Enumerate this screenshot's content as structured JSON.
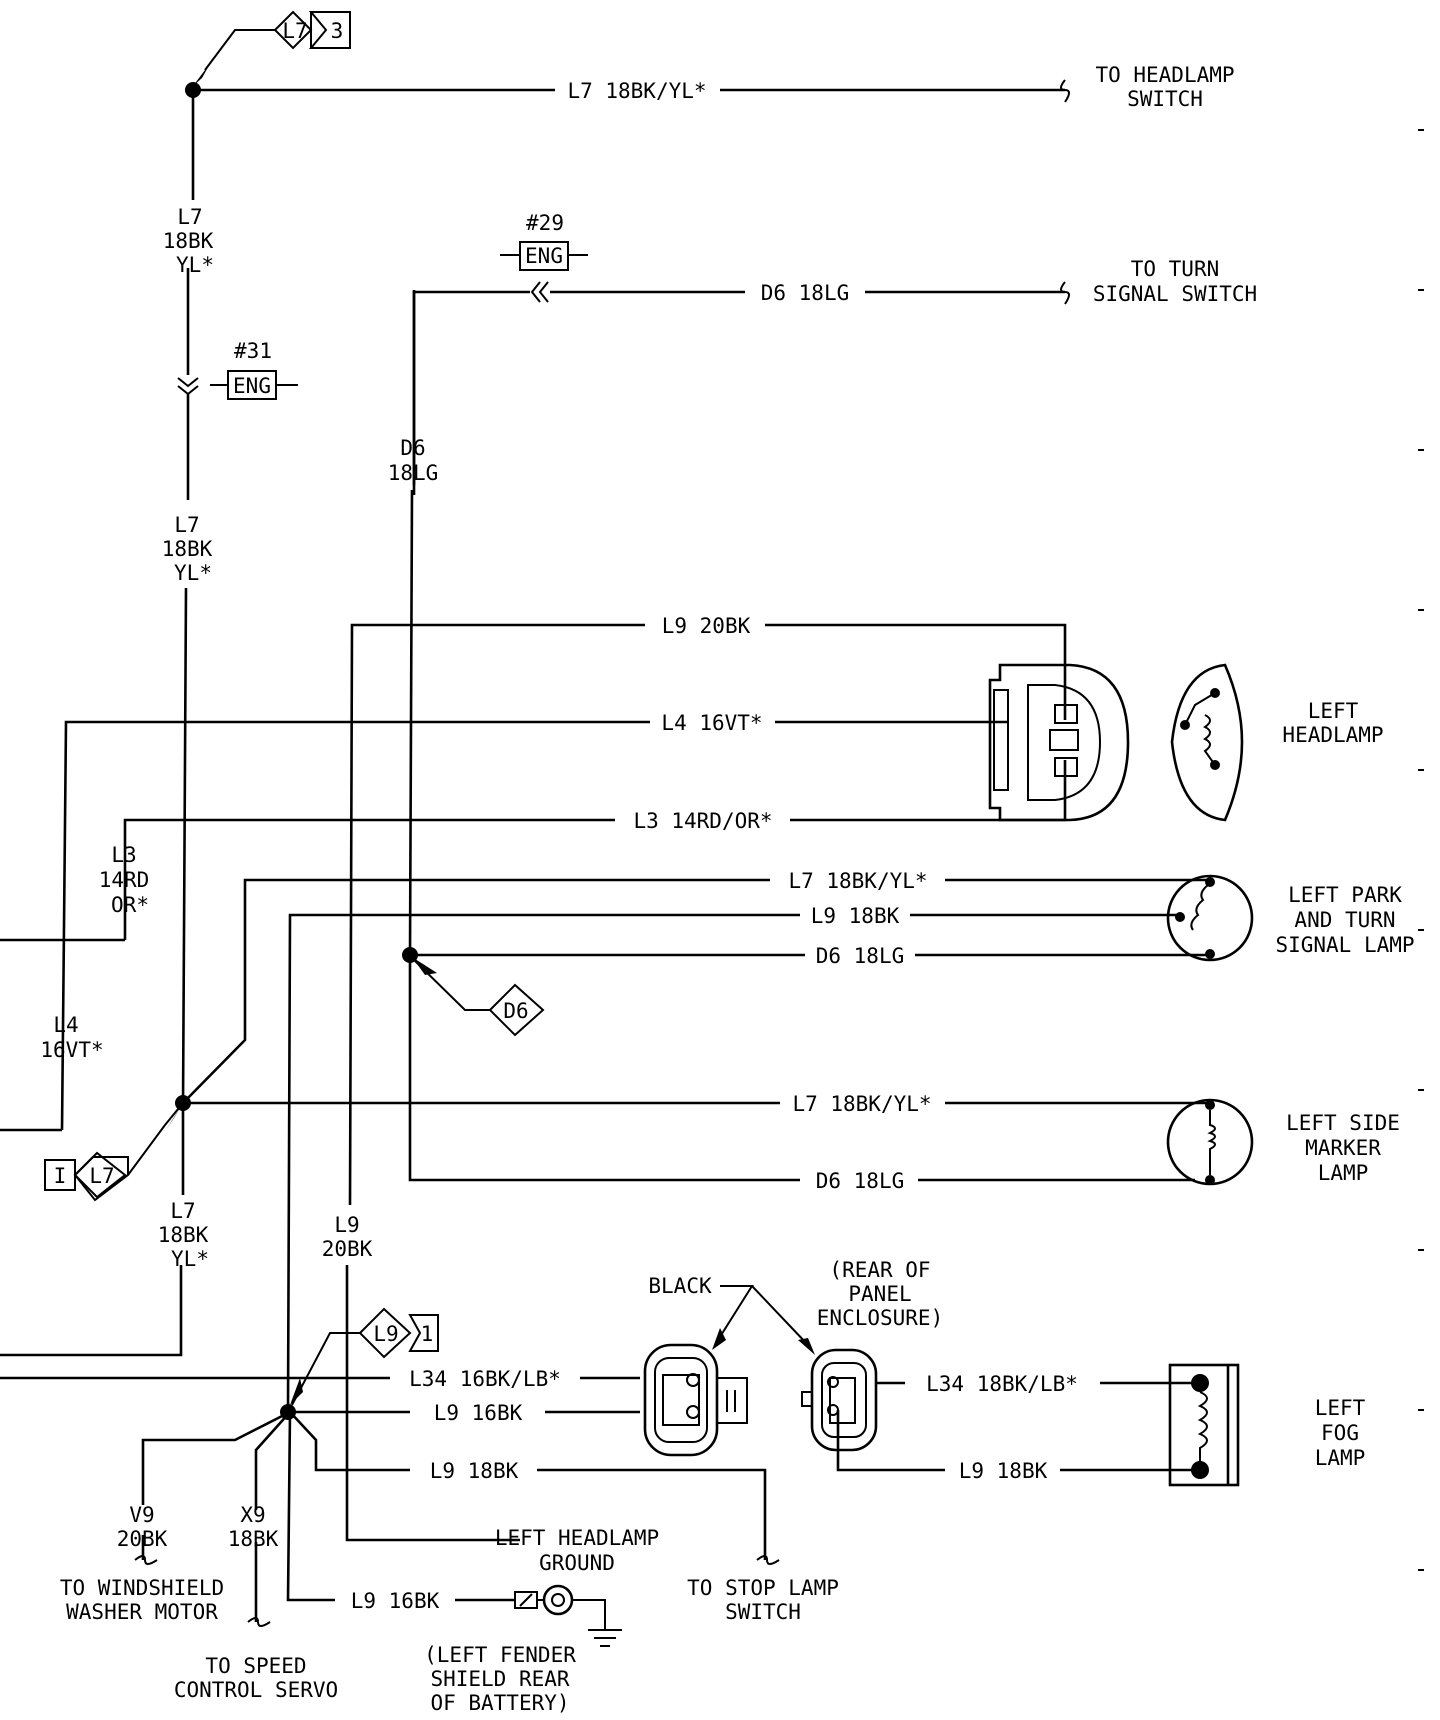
{
  "splice_refs": {
    "l7_top": [
      "L7",
      "3"
    ],
    "l7_left": [
      "I",
      "L7"
    ],
    "l9_bottom": [
      "L9",
      "1"
    ],
    "d6": "D6"
  },
  "connectors": {
    "c29": {
      "num": "#29",
      "label": "ENG"
    },
    "c31": {
      "num": "#31",
      "label": "ENG"
    }
  },
  "wires": {
    "l7_top_h": "L7 18BK/YL*",
    "d6_top_h": "D6 18LG",
    "l7_vert_a": [
      "L7",
      "18BK",
      "YL*"
    ],
    "l7_vert_b": [
      "L7",
      "18BK",
      "YL*"
    ],
    "d6_vert": [
      "D6",
      "18LG"
    ],
    "l9_20bk_h": "L9 20BK",
    "l4_h": "L4 16VT*",
    "l3_h": "L3 14RD/OR*",
    "l3_vert": [
      "L3",
      "14RD",
      "OR*"
    ],
    "l4_vert": [
      "L4",
      "16VT*"
    ],
    "l7_park": "L7 18BK/YL*",
    "l9_park": "L9 18BK",
    "d6_park": "D6 18LG",
    "l7_side": "L7 18BK/YL*",
    "d6_side": "D6 18LG",
    "l7_vert_c": [
      "L7",
      "18BK",
      "YL*"
    ],
    "l9_vert": [
      "L9",
      "20BK"
    ],
    "l34_a": "L34 16BK/LB*",
    "l9_16bk_a": "L9 16BK",
    "l9_18bk_a": "L9 18BK",
    "l34_b": "L34 18BK/LB*",
    "l9_18bk_b": "L9 18BK",
    "v9": [
      "V9",
      "20BK"
    ],
    "x9": [
      "X9",
      "18BK"
    ],
    "l9_16bk_b": "L9 16BK"
  },
  "destinations": {
    "headlamp_switch": [
      "TO HEADLAMP",
      "SWITCH"
    ],
    "turn_signal_switch": [
      "TO TURN",
      "SIGNAL SWITCH"
    ],
    "windshield_washer": [
      "TO WINDSHIELD",
      "WASHER MOTOR"
    ],
    "speed_control": [
      "TO SPEED",
      "CONTROL SERVO"
    ],
    "stop_lamp": [
      "TO STOP LAMP",
      "SWITCH"
    ]
  },
  "components": {
    "left_headlamp": [
      "LEFT",
      "HEADLAMP"
    ],
    "left_park_turn": [
      "LEFT PARK",
      "AND TURN",
      "SIGNAL LAMP"
    ],
    "left_side_marker": [
      "LEFT SIDE",
      "MARKER",
      "LAMP"
    ],
    "left_fog": [
      "LEFT",
      "FOG",
      "LAMP"
    ],
    "headlamp_ground": [
      "LEFT HEADLAMP",
      "GROUND"
    ]
  },
  "notes": {
    "black": "BLACK",
    "rear_panel": [
      "(REAR OF",
      "PANEL",
      "ENCLOSURE)"
    ],
    "fender": [
      "(LEFT FENDER",
      "SHIELD REAR",
      "OF BATTERY)"
    ]
  }
}
